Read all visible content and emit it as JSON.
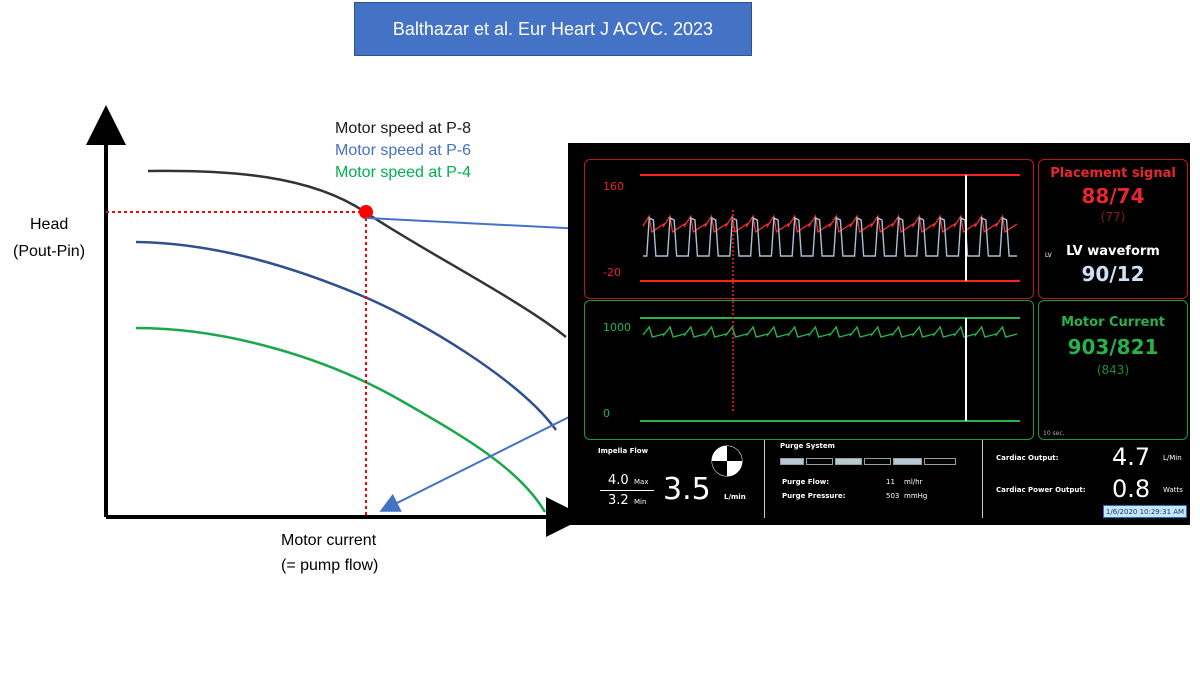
{
  "citation": "Balthazar et al. Eur Heart J ACVC. 2023",
  "diagram": {
    "y_label_line1": "Head",
    "y_label_line2": "(Pout-Pin)",
    "x_label_line1": "Motor current",
    "x_label_line2": "(= pump flow)",
    "legend": [
      {
        "label": "Motor speed at P-8",
        "color": "#1a1a1a"
      },
      {
        "label": "Motor speed at P-6",
        "color": "#4472c4"
      },
      {
        "label": "Motor speed at P-4",
        "color": "#00b050"
      }
    ],
    "colors": {
      "curve_p8": "#333333",
      "curve_p6": "#2f4f8f",
      "curve_p4": "#1aa84a",
      "marker": "#ff0000",
      "arrow": "#4472c4"
    }
  },
  "monitor": {
    "placement": {
      "scale_top": "160",
      "scale_bottom": "-20",
      "title": "Placement signal",
      "value": "88/74",
      "mean": "(77)",
      "color": "#e8262d"
    },
    "lv": {
      "prefix": "LV",
      "title": "LV waveform",
      "value": "90/12",
      "color": "#ffffff",
      "value_color": "#cfe0f5"
    },
    "motor": {
      "scale_top": "1000",
      "scale_bottom": "0",
      "title": "Motor Current",
      "value": "903/821",
      "mean": "(843)",
      "color": "#27b24a"
    },
    "time_label": "10 sec.",
    "flow": {
      "label": "Impella Flow",
      "max_value": "4.0",
      "max_label": "Max",
      "min_value": "3.2",
      "min_label": "Min",
      "value": "3.5",
      "unit": "L/min"
    },
    "purge": {
      "title": "Purge System",
      "flow_label": "Purge Flow:",
      "flow_value": "11",
      "flow_unit": "ml/hr",
      "pressure_label": "Purge Pressure:",
      "pressure_value": "503",
      "pressure_unit": "mmHg"
    },
    "cardiac": {
      "output_label": "Cardiac Output:",
      "output_value": "4.7",
      "output_unit": "L/Min",
      "power_label": "Cardiac Power Output:",
      "power_value": "0.8",
      "power_unit": "Watts"
    },
    "timestamp": "1/6/2020 10:29:31 AM"
  }
}
